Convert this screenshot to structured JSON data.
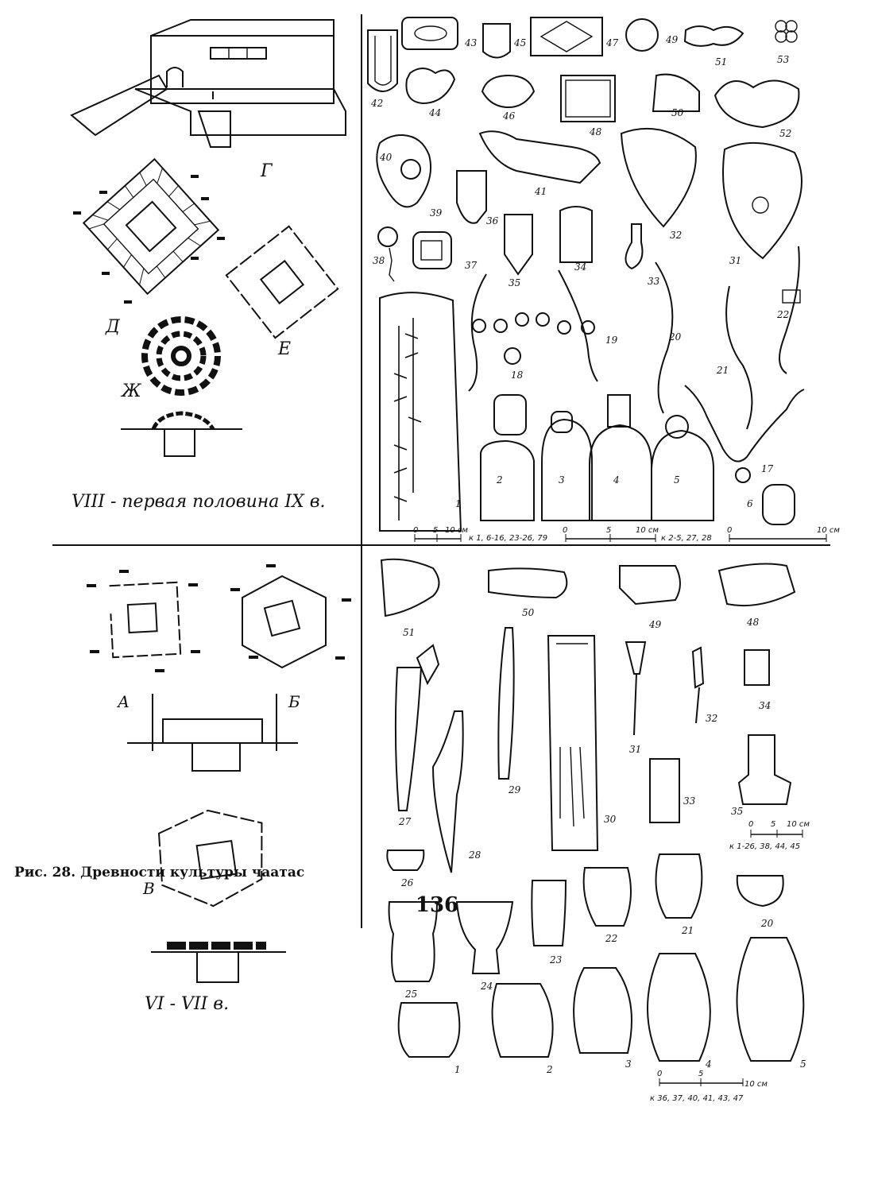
{
  "quadrants": {
    "top_left": {
      "labels": [
        "Г",
        "Д",
        "Е",
        "Ж"
      ],
      "period": "VIII - первая половина IX в."
    },
    "top_right": {
      "numbers": [
        "42",
        "43",
        "44",
        "45",
        "46",
        "47",
        "48",
        "49",
        "50",
        "51",
        "52",
        "53",
        "40",
        "39",
        "41",
        "36",
        "38",
        "37",
        "35",
        "34",
        "33",
        "32",
        "31",
        "22",
        "20",
        "21",
        "19",
        "18",
        "1",
        "2",
        "3",
        "4",
        "5",
        "17",
        "6"
      ],
      "scales": [
        {
          "ticks": [
            "0",
            "5",
            "10 см"
          ],
          "caption": "к 1, 6-16, 23-26, 79"
        },
        {
          "ticks": [
            "0",
            "5",
            "10 см"
          ],
          "caption": "к 2-5, 27, 28"
        },
        {
          "ticks": [
            "0",
            "10 см"
          ],
          "caption": ""
        }
      ]
    },
    "bottom_left": {
      "labels": [
        "А",
        "Б",
        "В"
      ],
      "period": "VI - VII в."
    },
    "bottom_right": {
      "numbers": [
        "51",
        "50",
        "49",
        "48",
        "27",
        "28",
        "29",
        "30",
        "31",
        "32",
        "33",
        "34",
        "35",
        "26",
        "25",
        "24",
        "23",
        "22",
        "21",
        "20",
        "1",
        "2",
        "3",
        "4",
        "5"
      ],
      "scales": [
        {
          "ticks": [
            "0",
            "5",
            "10 см"
          ],
          "caption": "к 1-26, 38, 44, 45"
        },
        {
          "ticks": [
            "0",
            "5",
            "10 см"
          ],
          "caption": "к 36, 37, 40, 41, 43, 47"
        }
      ]
    }
  },
  "caption": "Рис. 28. Древности культуры чаатас",
  "page_number": "136"
}
